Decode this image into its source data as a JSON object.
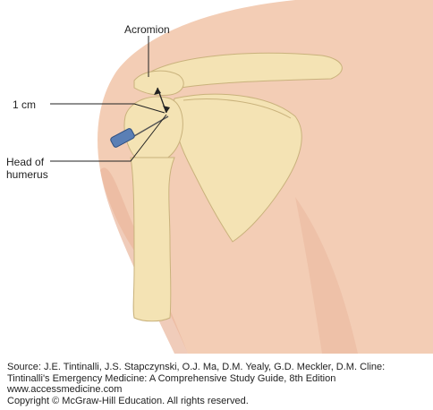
{
  "labels": {
    "acromion": "Acromion",
    "distance": "1 cm",
    "head_line1": "Head of",
    "head_line2": "humerus"
  },
  "source": {
    "line1": "Source: J.E. Tintinalli, J.S. Stapczynski, O.J. Ma, D.M. Yealy, G.D. Meckler, D.M. Cline:",
    "line2": "Tintinalli's Emergency Medicine: A Comprehensive Study Guide, 8th Edition",
    "line3": "www.accessmedicine.com",
    "line4": "Copyright © McGraw-Hill Education.  All rights reserved."
  },
  "colors": {
    "skin": "#f3cdb5",
    "skin_shadow": "#e9b69c",
    "bone": "#f4e3b4",
    "bone_outline": "#c9b27c",
    "needle_hub": "#5b7fb5",
    "leader_line": "#222222"
  }
}
